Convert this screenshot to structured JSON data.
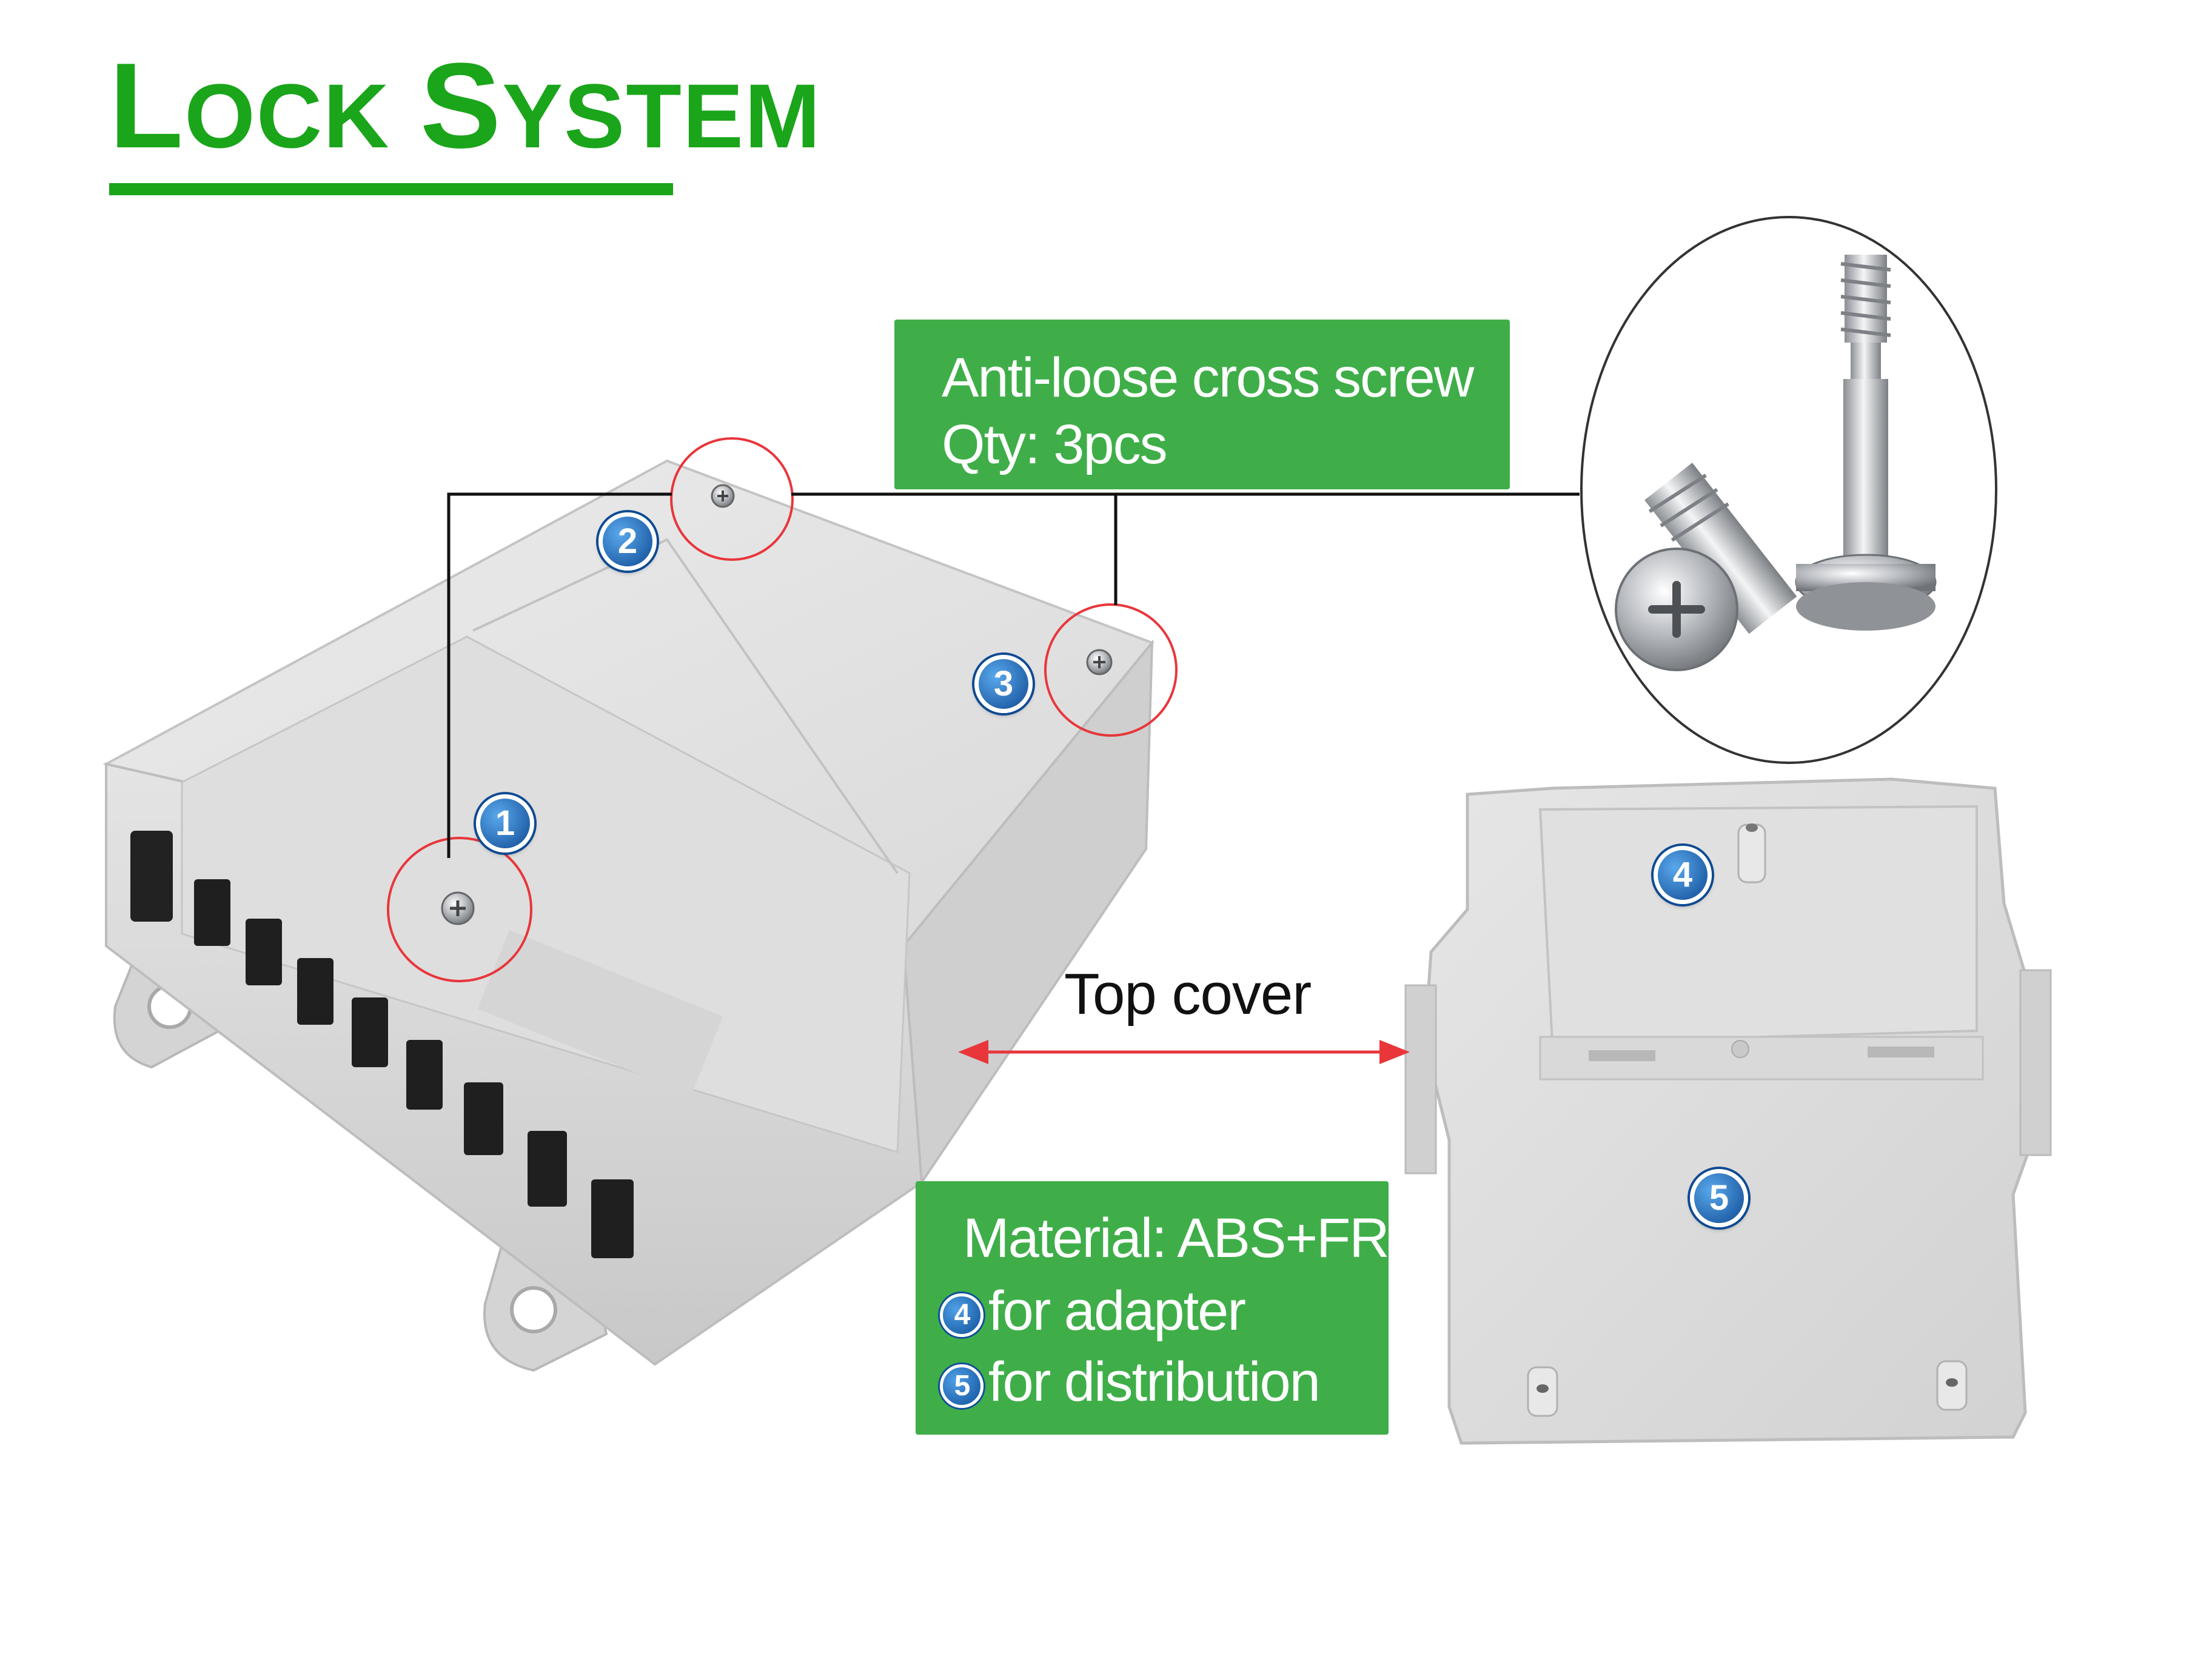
{
  "title": {
    "first_initial": "L",
    "first_rest": "OCK",
    "second_initial": "S",
    "second_rest": "YSTEM"
  },
  "screw_callout": {
    "line1": "Anti-loose cross screw",
    "line2": "Qty: 3pcs"
  },
  "material_callout": {
    "line1": "Material: ABS+FR",
    "item4_badge": "4",
    "item4_text": "for adapter",
    "item5_badge": "5",
    "item5_text": "for distribution"
  },
  "top_cover_label": "Top cover",
  "badges": [
    "1",
    "2",
    "3",
    "4",
    "5"
  ],
  "colors": {
    "title_green": "#1aa51a",
    "callout_green": "#3fae49",
    "badge_blue": "#0e4a93",
    "highlight_circle": "#e8363b",
    "arrow_red": "#e8363b"
  },
  "icons": {
    "screw": "screw-icon",
    "arrow": "double-arrow-icon"
  }
}
